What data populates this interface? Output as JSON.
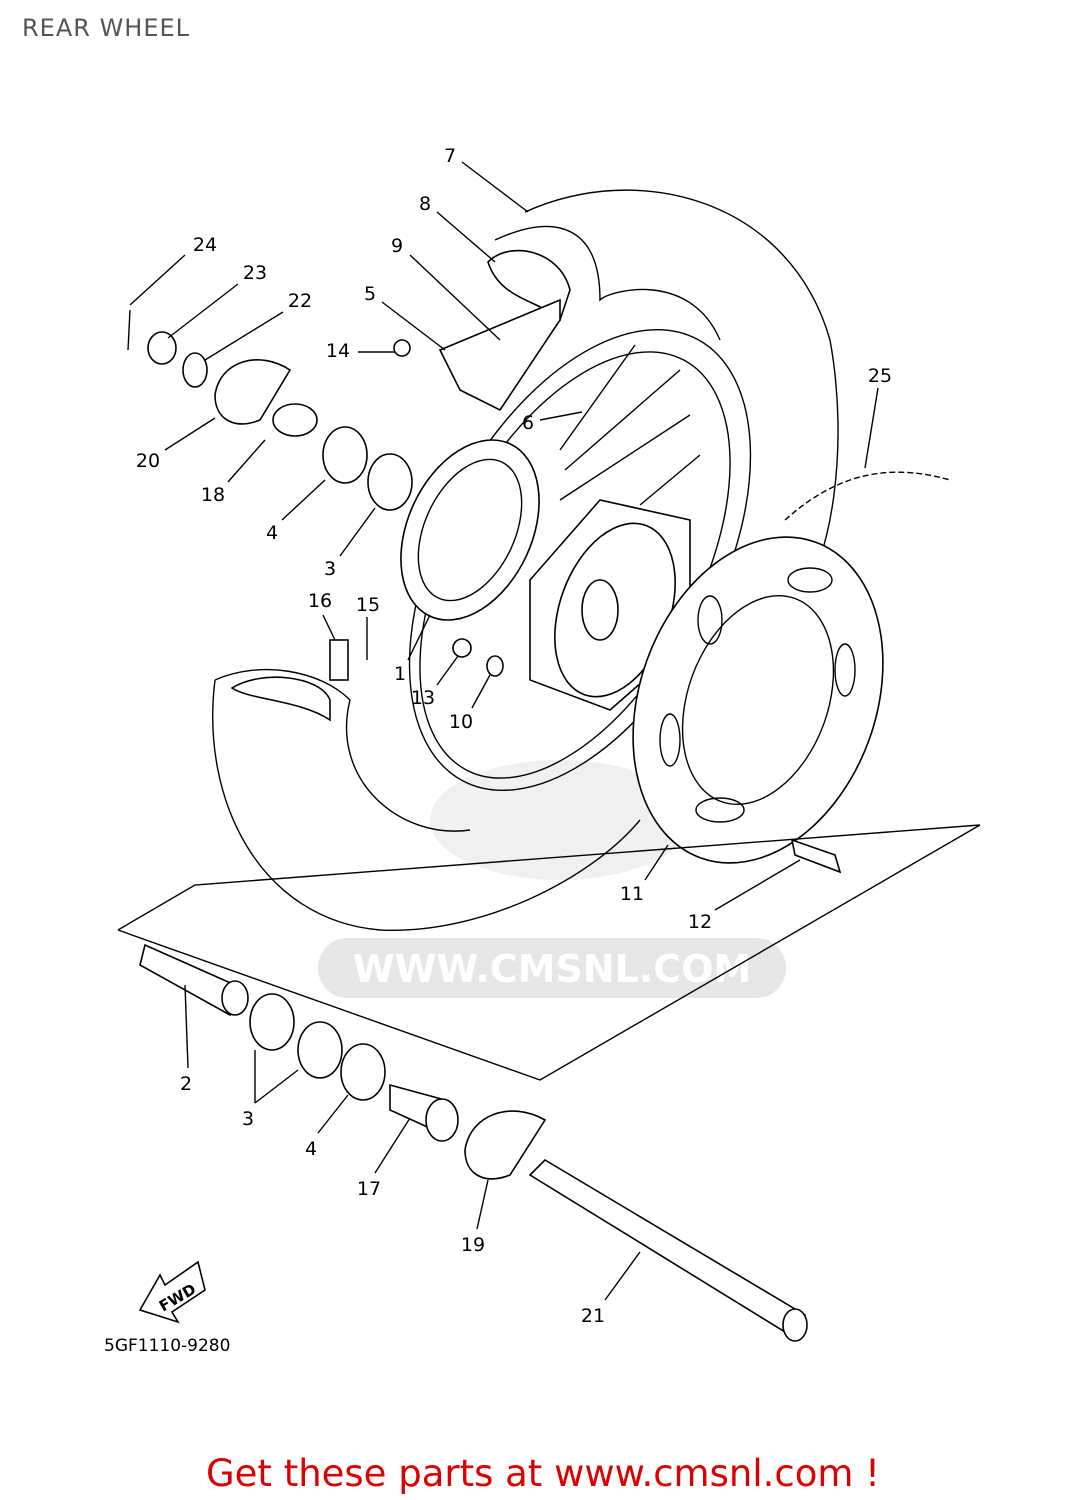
{
  "title": "REAR WHEEL",
  "diagram_code": "5GF1110-9280",
  "watermark": "WWW.CMSNL.COM",
  "fwd_label": "FWD",
  "footer": "Get these parts at www.cmsnl.com !",
  "callouts": [
    "7",
    "8",
    "9",
    "5",
    "14",
    "24",
    "23",
    "22",
    "20",
    "18",
    "4",
    "3",
    "6",
    "25",
    "16",
    "15",
    "1",
    "13",
    "10",
    "11",
    "12",
    "2",
    "3",
    "4",
    "17",
    "19",
    "21"
  ],
  "colors": {
    "footer": "#dd0000",
    "title": "#555555"
  }
}
